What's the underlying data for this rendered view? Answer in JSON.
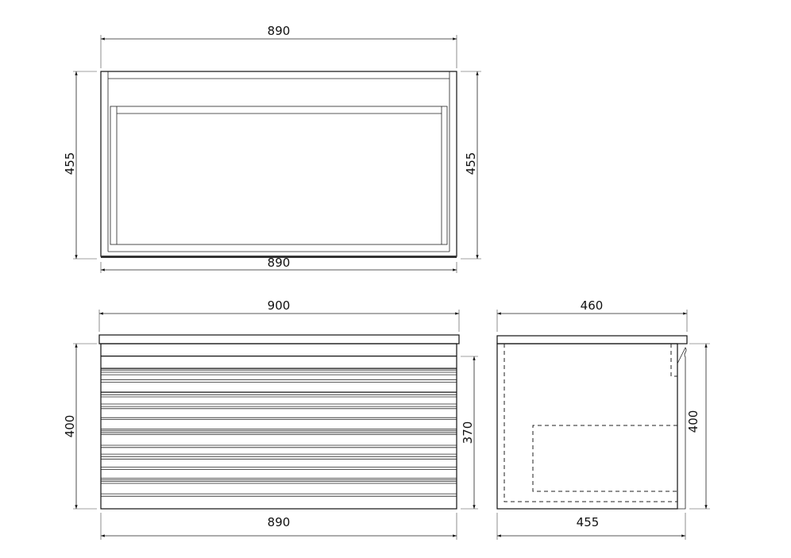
{
  "top_view": {
    "width_top_label": "890",
    "width_bottom_label": "890",
    "depth_left_label": "455",
    "depth_right_label": "455"
  },
  "front_view": {
    "top_width_label": "900",
    "bottom_width_label": "890",
    "height_label": "400",
    "drawer_height_label": "370"
  },
  "side_view": {
    "top_depth_label": "460",
    "bottom_depth_label": "455",
    "height_label": "400"
  },
  "line_color": "#111111"
}
